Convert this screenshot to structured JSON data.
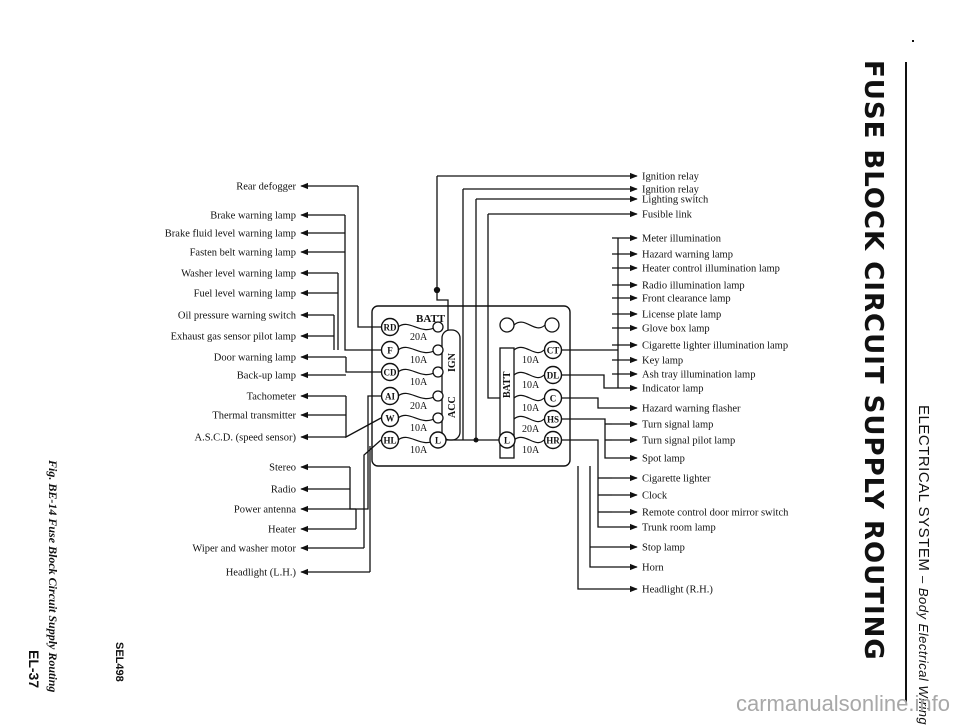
{
  "header": {
    "title": "FUSE BLOCK CIRCUIT SUPPLY ROUTING",
    "section": "ELECTRICAL SYSTEM",
    "subsection": "– Body Electrical Wiring"
  },
  "caption": "Fig. BE-14 Fuse Block Circuit Supply Routing",
  "figure_code": "SEL498",
  "page_number": "EL-37",
  "watermark": "carmanualsonline.info",
  "fuse_block": {
    "batt_top": "BATT",
    "batt_right": "BATT",
    "switch_labels": [
      "IGN",
      "ACC"
    ],
    "left_terminals": [
      "RD",
      "F",
      "CD",
      "AI",
      "W",
      "HL"
    ],
    "left_ratings": [
      "20A",
      "10A",
      "10A",
      "20A",
      "10A",
      "10A"
    ],
    "right_terminals": [
      "CT",
      "DL",
      "C",
      "HS",
      "HR"
    ],
    "right_ratings": [
      "10A",
      "10A",
      "10A",
      "20A",
      "10A"
    ],
    "bottom_terminals": [
      "L",
      "L"
    ]
  },
  "left_loads": [
    "Rear defogger",
    "Brake warning lamp",
    "Brake fluid level warning lamp",
    "Fasten belt warning lamp",
    "Washer level warning lamp",
    "Fuel level warning lamp",
    "Oil pressure warning switch",
    "Exhaust gas sensor pilot lamp",
    "Door warning lamp",
    "Back-up lamp",
    "Tachometer",
    "Thermal transmitter",
    "A.S.C.D. (speed sensor)",
    "Stereo",
    "Radio",
    "Power antenna",
    "Heater",
    "Wiper and washer motor",
    "Headlight (L.H.)"
  ],
  "right_loads": [
    "Ignition relay",
    "Ignition relay",
    "Lighting switch",
    "Fusible link",
    "Meter illumination",
    "Hazard warning lamp",
    "Heater control illumination lamp",
    "Radio illumination lamp",
    "Front clearance lamp",
    "License plate lamp",
    "Glove box lamp",
    "Cigarette lighter illumination lamp",
    "Key lamp",
    "Ash tray illumination lamp",
    "Indicator lamp",
    "Hazard warning flasher",
    "Turn signal lamp",
    "Turn signal pilot lamp",
    "Spot lamp",
    "Cigarette lighter",
    "Clock",
    "Remote control door mirror switch",
    "Trunk room lamp",
    "Stop lamp",
    "Horn",
    "Headlight (R.H.)"
  ]
}
